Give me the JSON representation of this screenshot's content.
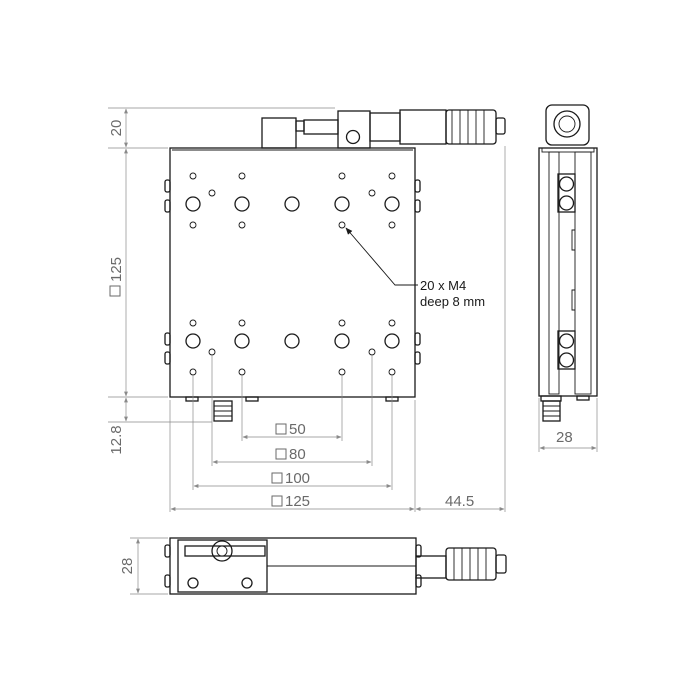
{
  "dimensions": {
    "sq50": "50",
    "sq80": "80",
    "sq100": "100",
    "sq125_bottom": "125",
    "sq125_left": "125",
    "offset_44_5": "44.5",
    "height_20": "20",
    "offset_12_8": "12.8",
    "side_width_28": "28",
    "front_height_28": "28"
  },
  "callout": {
    "line1": "20 x M4",
    "line2": "deep 8 mm"
  }
}
